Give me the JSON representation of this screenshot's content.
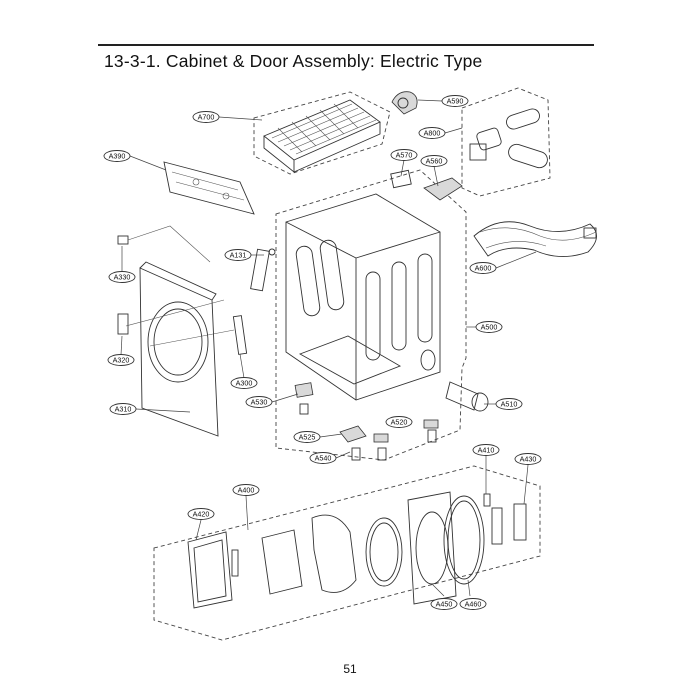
{
  "page": {
    "title": "13-3-1. Cabinet & Door Assembly: Electric Type",
    "page_number": "51"
  },
  "callouts": [
    {
      "id": "a700",
      "label": "A700"
    },
    {
      "id": "a590",
      "label": "A590"
    },
    {
      "id": "a800",
      "label": "A800"
    },
    {
      "id": "a390",
      "label": "A390"
    },
    {
      "id": "a570",
      "label": "A570"
    },
    {
      "id": "a560",
      "label": "A560"
    },
    {
      "id": "a131",
      "label": "A131"
    },
    {
      "id": "a330",
      "label": "A330"
    },
    {
      "id": "a600",
      "label": "A600"
    },
    {
      "id": "a500",
      "label": "A500"
    },
    {
      "id": "a320",
      "label": "A320"
    },
    {
      "id": "a300",
      "label": "A300"
    },
    {
      "id": "a530",
      "label": "A530"
    },
    {
      "id": "a510",
      "label": "A510"
    },
    {
      "id": "a310",
      "label": "A310"
    },
    {
      "id": "a520",
      "label": "A520"
    },
    {
      "id": "a525",
      "label": "A525"
    },
    {
      "id": "a540",
      "label": "A540"
    },
    {
      "id": "a410",
      "label": "A410"
    },
    {
      "id": "a430",
      "label": "A430"
    },
    {
      "id": "a400",
      "label": "A400"
    },
    {
      "id": "a420",
      "label": "A420"
    },
    {
      "id": "a450",
      "label": "A450"
    },
    {
      "id": "a460",
      "label": "A460"
    }
  ]
}
